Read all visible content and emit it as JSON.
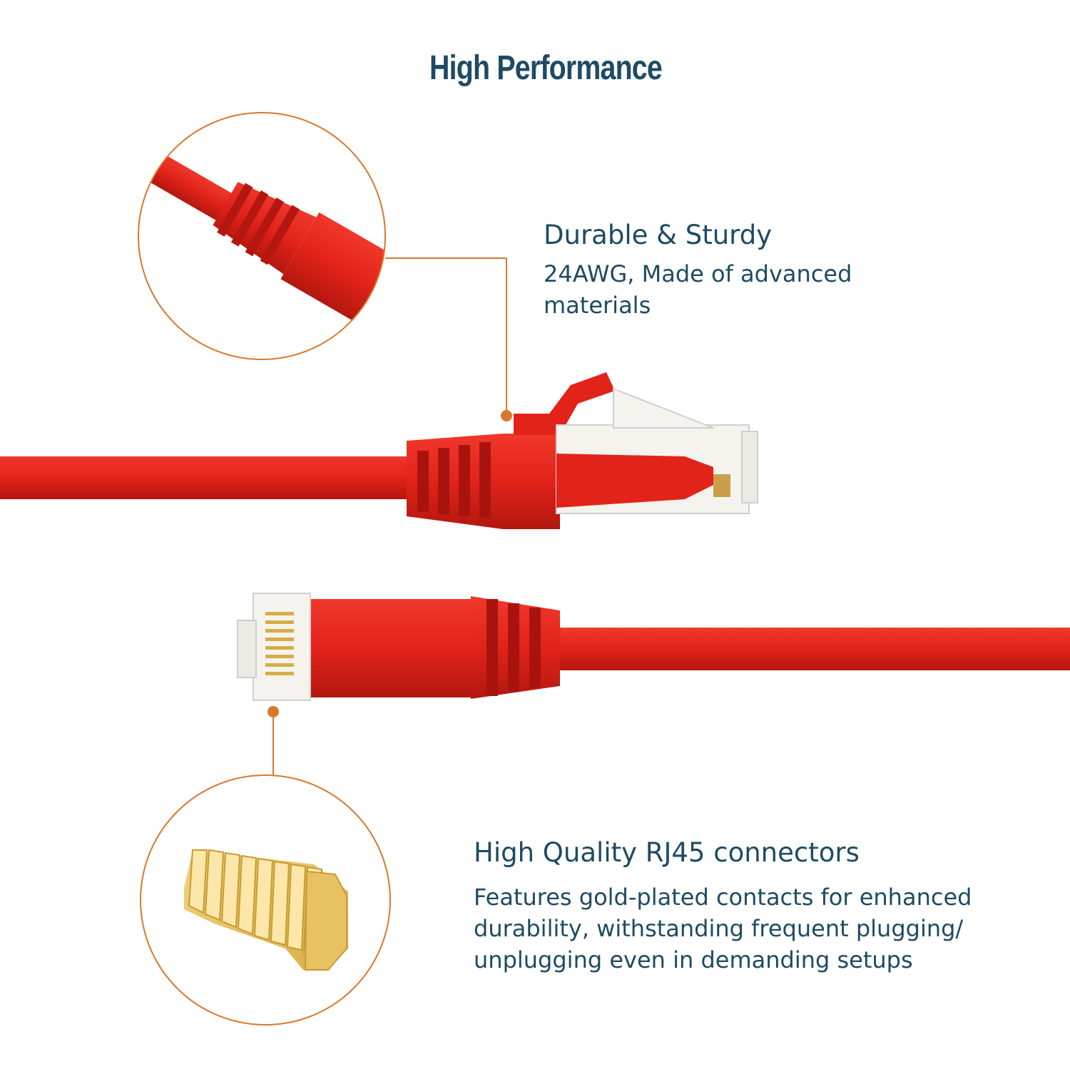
{
  "page_title": "High Performance",
  "colors": {
    "title_text": "#1f4a63",
    "callout_accent": "#d9782d",
    "cable_red": "#e2231a",
    "gold_contacts": "#e6c25a"
  },
  "features": [
    {
      "heading": "Durable & Sturdy",
      "description": "24AWG, Made of advanced materials",
      "icon": "cable-boot-closeup-icon"
    },
    {
      "heading": "High Quality RJ45 connectors",
      "description": "Features gold-plated contacts for enhanced durability, withstanding frequent plugging/ unplugging even in demanding setups",
      "icon": "gold-contacts-closeup-icon"
    }
  ]
}
